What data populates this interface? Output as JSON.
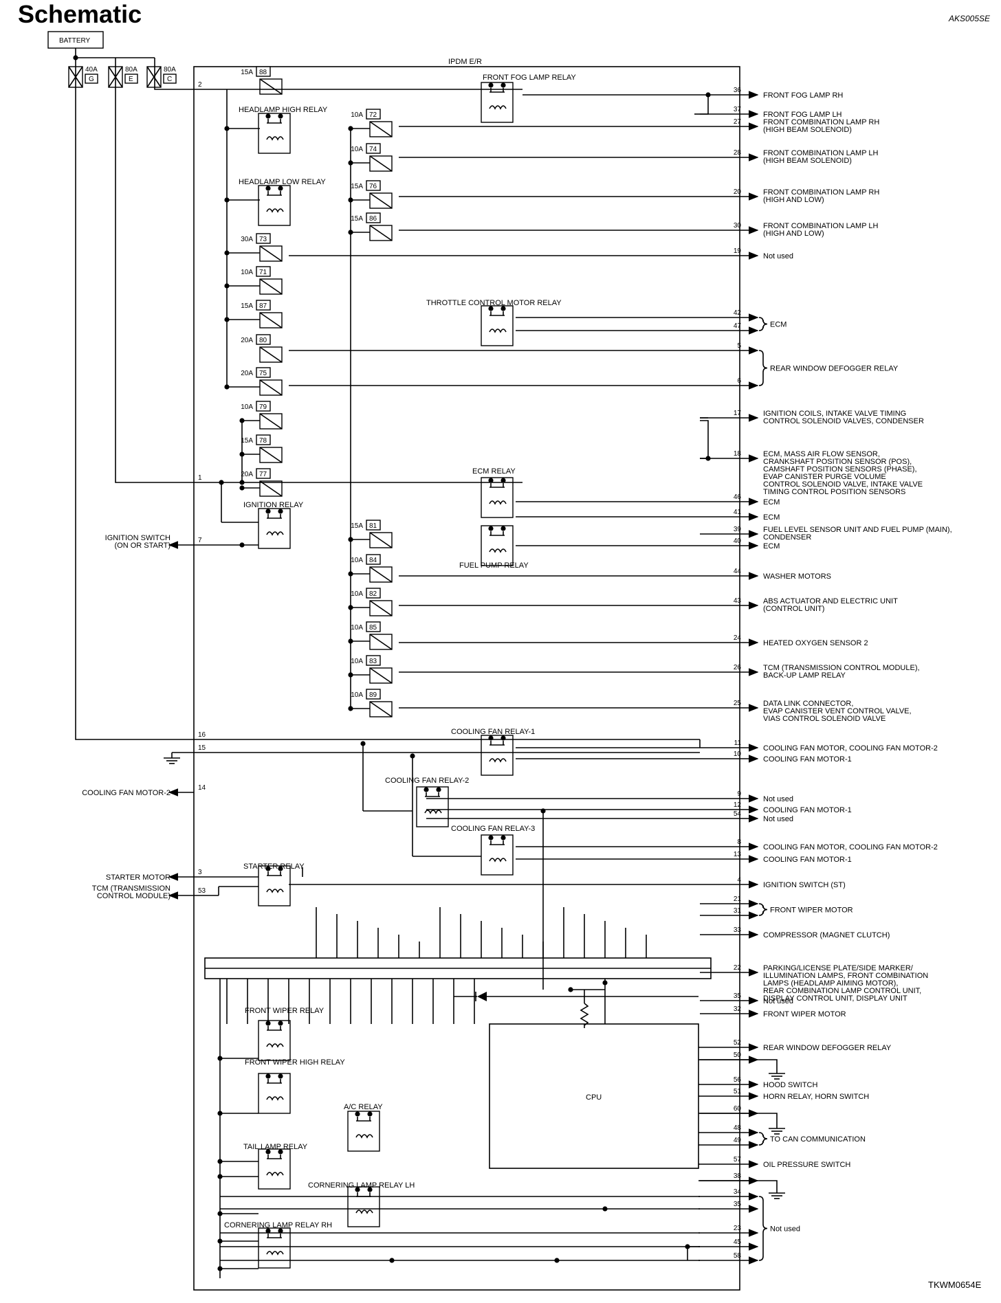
{
  "header": {
    "title": "Schematic",
    "code": "AKS005SE"
  },
  "footer": "TKWM0654E",
  "module_label": "IPDM E/R",
  "battery": {
    "label": "BATTERY",
    "fusible_links": [
      {
        "rating": "40A",
        "id": "G"
      },
      {
        "rating": "80A",
        "id": "E"
      },
      {
        "rating": "80A",
        "id": "C"
      }
    ]
  },
  "fuses": [
    {
      "rating": "15A",
      "num": "88"
    },
    {
      "rating": "10A",
      "num": "72"
    },
    {
      "rating": "10A",
      "num": "74"
    },
    {
      "rating": "15A",
      "num": "76"
    },
    {
      "rating": "15A",
      "num": "86"
    },
    {
      "rating": "30A",
      "num": "73"
    },
    {
      "rating": "10A",
      "num": "71"
    },
    {
      "rating": "15A",
      "num": "87"
    },
    {
      "rating": "20A",
      "num": "80"
    },
    {
      "rating": "20A",
      "num": "75"
    },
    {
      "rating": "10A",
      "num": "79"
    },
    {
      "rating": "15A",
      "num": "78"
    },
    {
      "rating": "20A",
      "num": "77"
    },
    {
      "rating": "15A",
      "num": "81"
    },
    {
      "rating": "10A",
      "num": "84"
    },
    {
      "rating": "10A",
      "num": "82"
    },
    {
      "rating": "10A",
      "num": "85"
    },
    {
      "rating": "10A",
      "num": "83"
    },
    {
      "rating": "10A",
      "num": "89"
    }
  ],
  "relays": [
    "FRONT FOG LAMP RELAY",
    "HEADLAMP HIGH RELAY",
    "HEADLAMP LOW RELAY",
    "THROTTLE CONTROL MOTOR RELAY",
    "ECM RELAY",
    "IGNITION RELAY",
    "FUEL PUMP RELAY",
    "COOLING FAN RELAY-1",
    "COOLING FAN RELAY-2",
    "COOLING FAN RELAY-3",
    "STARTER RELAY",
    "FRONT WIPER RELAY",
    "FRONT WIPER HIGH RELAY",
    "A/C RELAY",
    "TAIL LAMP RELAY",
    "CORNERING LAMP RELAY LH",
    "CORNERING LAMP RELAY RH"
  ],
  "cpu_label": "CPU",
  "left_terminals": [
    {
      "pin": "2",
      "label": ""
    },
    {
      "pin": "1",
      "label": ""
    },
    {
      "pin": "7",
      "label": "IGNITION SWITCH\n(ON OR START)"
    },
    {
      "pin": "16",
      "label": ""
    },
    {
      "pin": "15",
      "label": ""
    },
    {
      "pin": "14",
      "label": "COOLING FAN MOTOR-2"
    },
    {
      "pin": "3",
      "label": "STARTER MOTOR"
    },
    {
      "pin": "53",
      "label": "TCM (TRANSMISSION\nCONTROL MODULE)"
    }
  ],
  "right_terminals": [
    {
      "pin": "36",
      "label": "FRONT FOG LAMP RH"
    },
    {
      "pin": "37",
      "label": "FRONT FOG LAMP LH"
    },
    {
      "pin": "27",
      "label": "FRONT COMBINATION LAMP RH\n(HIGH BEAM SOLENOID)"
    },
    {
      "pin": "28",
      "label": "FRONT COMBINATION LAMP LH\n(HIGH BEAM SOLENOID)"
    },
    {
      "pin": "20",
      "label": "FRONT COMBINATION LAMP RH\n(HIGH AND LOW)"
    },
    {
      "pin": "30",
      "label": "FRONT COMBINATION LAMP LH\n(HIGH AND LOW)"
    },
    {
      "pin": "19",
      "label": "Not used"
    },
    {
      "pin": "42",
      "label": ""
    },
    {
      "pin": "47",
      "label": ""
    },
    {
      "pin": "5",
      "label": ""
    },
    {
      "pin": "6",
      "label": ""
    },
    {
      "pin": "17",
      "label": "IGNITION COILS, INTAKE VALVE TIMING\nCONTROL SOLENOID VALVES, CONDENSER"
    },
    {
      "pin": "18",
      "label": "ECM, MASS AIR FLOW SENSOR,\nCRANKSHAFT POSITION SENSOR (POS),\nCAMSHAFT POSITION SENSORS (PHASE),\nEVAP CANISTER PURGE VOLUME\nCONTROL SOLENOID VALVE, INTAKE VALVE\nTIMING CONTROL POSITION SENSORS"
    },
    {
      "pin": "46",
      "label": "ECM"
    },
    {
      "pin": "41",
      "label": "ECM"
    },
    {
      "pin": "39",
      "label": "FUEL LEVEL SENSOR UNIT AND FUEL PUMP (MAIN),\nCONDENSER"
    },
    {
      "pin": "40",
      "label": "ECM"
    },
    {
      "pin": "44",
      "label": "WASHER MOTORS"
    },
    {
      "pin": "43",
      "label": "ABS ACTUATOR AND ELECTRIC UNIT\n(CONTROL UNIT)"
    },
    {
      "pin": "24",
      "label": "HEATED OXYGEN SENSOR 2"
    },
    {
      "pin": "26",
      "label": "TCM (TRANSMISSION CONTROL MODULE),\nBACK-UP LAMP RELAY"
    },
    {
      "pin": "25",
      "label": "DATA LINK CONNECTOR,\nEVAP CANISTER VENT CONTROL VALVE,\nVIAS CONTROL SOLENOID VALVE"
    },
    {
      "pin": "11",
      "label": "COOLING FAN MOTOR, COOLING FAN MOTOR-2"
    },
    {
      "pin": "10",
      "label": "COOLING FAN MOTOR-1"
    },
    {
      "pin": "9",
      "label": "Not used"
    },
    {
      "pin": "12",
      "label": "COOLING FAN MOTOR-1"
    },
    {
      "pin": "54",
      "label": "Not used"
    },
    {
      "pin": "8",
      "label": "COOLING FAN MOTOR, COOLING FAN MOTOR-2"
    },
    {
      "pin": "13",
      "label": "COOLING FAN MOTOR-1"
    },
    {
      "pin": "4",
      "label": "IGNITION SWITCH (ST)"
    },
    {
      "pin": "21",
      "label": ""
    },
    {
      "pin": "31",
      "label": ""
    },
    {
      "pin": "33",
      "label": "COMPRESSOR (MAGNET CLUTCH)"
    },
    {
      "pin": "22",
      "label": "PARKING/LICENSE PLATE/SIDE MARKER/\nILLUMINATION LAMPS, FRONT COMBINATION\nLAMPS (HEADLAMP AIMING MOTOR),\nREAR COMBINATION LAMP CONTROL UNIT,\nDISPLAY CONTROL UNIT, DISPLAY UNIT"
    },
    {
      "pin": "35",
      "label": "Not used"
    },
    {
      "pin": "32",
      "label": "FRONT WIPER MOTOR"
    },
    {
      "pin": "52",
      "label": "REAR WINDOW DEFOGGER RELAY"
    },
    {
      "pin": "50",
      "label": ""
    },
    {
      "pin": "56",
      "label": "HOOD SWITCH"
    },
    {
      "pin": "51",
      "label": "HORN RELAY, HORN SWITCH"
    },
    {
      "pin": "60",
      "label": ""
    },
    {
      "pin": "48",
      "label": ""
    },
    {
      "pin": "49",
      "label": ""
    },
    {
      "pin": "57",
      "label": "OIL PRESSURE SWITCH"
    },
    {
      "pin": "38",
      "label": ""
    },
    {
      "pin": "34",
      "label": ""
    },
    {
      "pin": "35",
      "label": ""
    },
    {
      "pin": "23",
      "label": ""
    },
    {
      "pin": "45",
      "label": ""
    },
    {
      "pin": "58",
      "label": ""
    }
  ],
  "brace_groups": [
    {
      "label": "ECM"
    },
    {
      "label": "REAR WINDOW DEFOGGER RELAY"
    },
    {
      "label": "FRONT WIPER MOTOR"
    },
    {
      "label": "TO CAN COMMUNICATION"
    },
    {
      "label": "Not used"
    }
  ]
}
